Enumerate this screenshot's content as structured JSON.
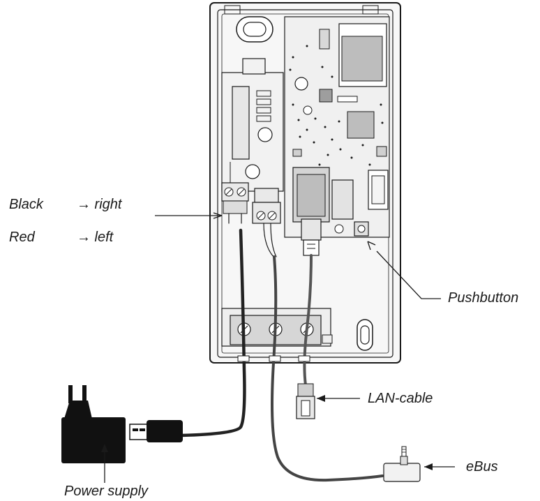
{
  "labels": {
    "black": "Black",
    "black_arrow": "→ right",
    "red": "Red",
    "red_arrow": "→ left",
    "pushbutton": "Pushbutton",
    "lan_cable": "LAN-cable",
    "ebus": "eBus",
    "power_supply": "Power supply"
  },
  "colors": {
    "line": "#1a1a1a",
    "housing_fill": "#f7f7f7",
    "pcb_fill": "#f0f0f0",
    "chip_fill": "#bdbdbd",
    "cable": "#222222",
    "adapter": "#111111"
  }
}
